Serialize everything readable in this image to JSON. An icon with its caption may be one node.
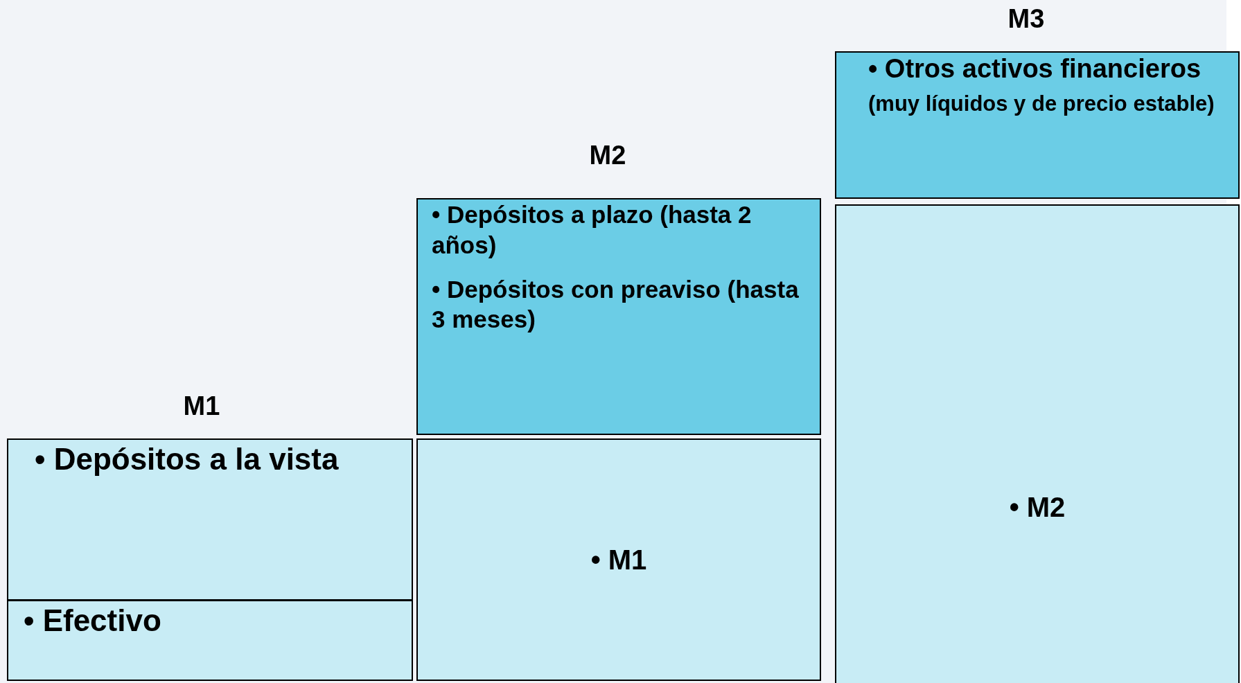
{
  "diagram": {
    "nodes": [
      {
        "text": [
          "• Depósitos a la vista"
        ]
      },
      {
        "text": [
          "• Efectivo"
        ]
      },
      {
        "text": [
          "• Depósitos a plazo (hasta 2 años)",
          "• Depósitos con preaviso (hasta 3 meses)"
        ]
      },
      {
        "text": [
          "• M1"
        ]
      },
      {
        "text": [
          "• Otros activos financieros",
          "(muy líquidos y de precio estable)"
        ]
      },
      {
        "text": [
          "• M2"
        ]
      }
    ],
    "labels": [
      "M3",
      "M2",
      "M1"
    ]
  }
}
